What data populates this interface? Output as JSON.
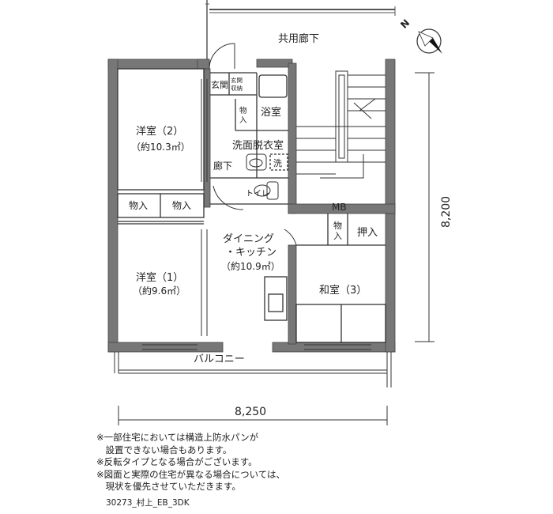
{
  "rooms": {
    "common_corridor": "共用廊下",
    "entrance": "玄関",
    "entrance_storage_line1": "玄関",
    "entrance_storage_line2": "収納",
    "storage_small_line1": "物",
    "storage_small_line2": "入",
    "bath": "浴室",
    "washroom": "洗面脱衣室",
    "hallway": "廊下",
    "washer": "洗",
    "toilet": "トイレ",
    "western2_name": "洋室（2）",
    "western2_area": "（約10.3㎡）",
    "closet_left": "物入",
    "closet_right": "物入",
    "mb": "MB",
    "storage_wa_line1": "物",
    "storage_wa_line2": "入",
    "oshiire": "押入",
    "dining_line1": "ダイニング",
    "dining_line2": "・キッチン",
    "dining_area": "（約10.9㎡）",
    "western1_name": "洋室（1）",
    "western1_area": "（約9.6㎡）",
    "japanese3": "和室（3）",
    "balcony": "バルコニー"
  },
  "dimensions": {
    "width": "8,250",
    "depth": "8,200"
  },
  "compass": {
    "north": "N"
  },
  "notes": [
    "※一部住宅においては構造上防水パンが",
    "　設置できない場合もあります。",
    "※反転タイプとなる場合がございます。",
    "※図面と実際の住宅が異なる場合については、",
    "　現状を優先させていただきます。"
  ],
  "plan_code": "30273_村上_EB_3DK"
}
